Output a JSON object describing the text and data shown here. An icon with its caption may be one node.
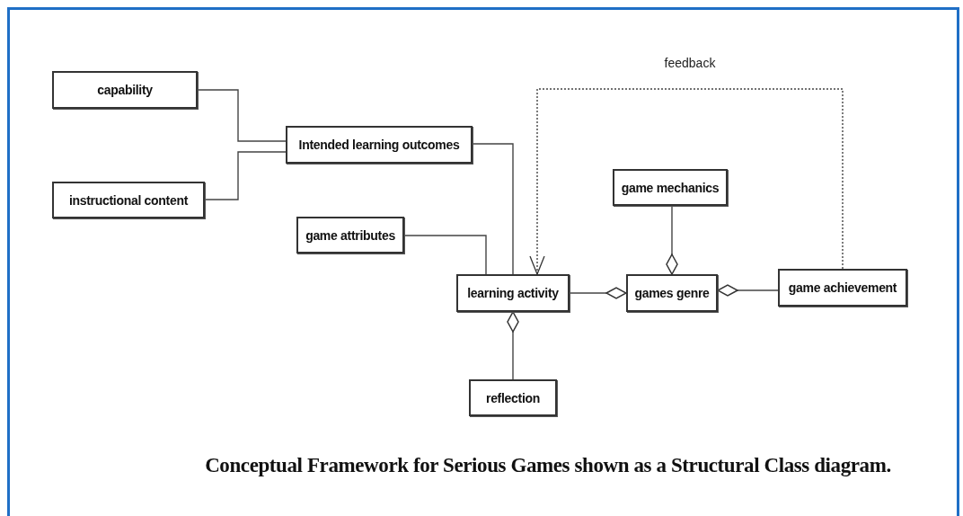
{
  "diagram": {
    "caption": "Conceptual Framework for Serious Games shown as a Structural Class diagram.",
    "nodes": [
      {
        "text": [
          "capability"
        ]
      },
      {
        "text": [
          "instructional content"
        ]
      },
      {
        "text": [
          "Intended learning outcomes"
        ]
      },
      {
        "text": [
          "game attributes"
        ]
      },
      {
        "text": [
          "learning activity"
        ]
      },
      {
        "text": [
          "game mechanics"
        ]
      },
      {
        "text": [
          "games genre"
        ]
      },
      {
        "text": [
          "game achievement"
        ]
      },
      {
        "text": [
          "reflection"
        ]
      }
    ],
    "edges": [
      {
        "from": 0,
        "to": 2,
        "arrow": "none"
      },
      {
        "from": 1,
        "to": 2,
        "arrow": "none"
      },
      {
        "from": 2,
        "to": 4,
        "arrow": "none"
      },
      {
        "from": 3,
        "to": 4,
        "arrow": "none"
      },
      {
        "from": 7,
        "to": 4,
        "arrow": "to",
        "label": "feedback",
        "style": "dashed"
      },
      {
        "from": 4,
        "to": 6,
        "arrow": "other"
      },
      {
        "from": 5,
        "to": 6,
        "arrow": "other"
      },
      {
        "from": 7,
        "to": 6,
        "arrow": "other"
      },
      {
        "from": 8,
        "to": 4,
        "arrow": "other"
      }
    ]
  }
}
